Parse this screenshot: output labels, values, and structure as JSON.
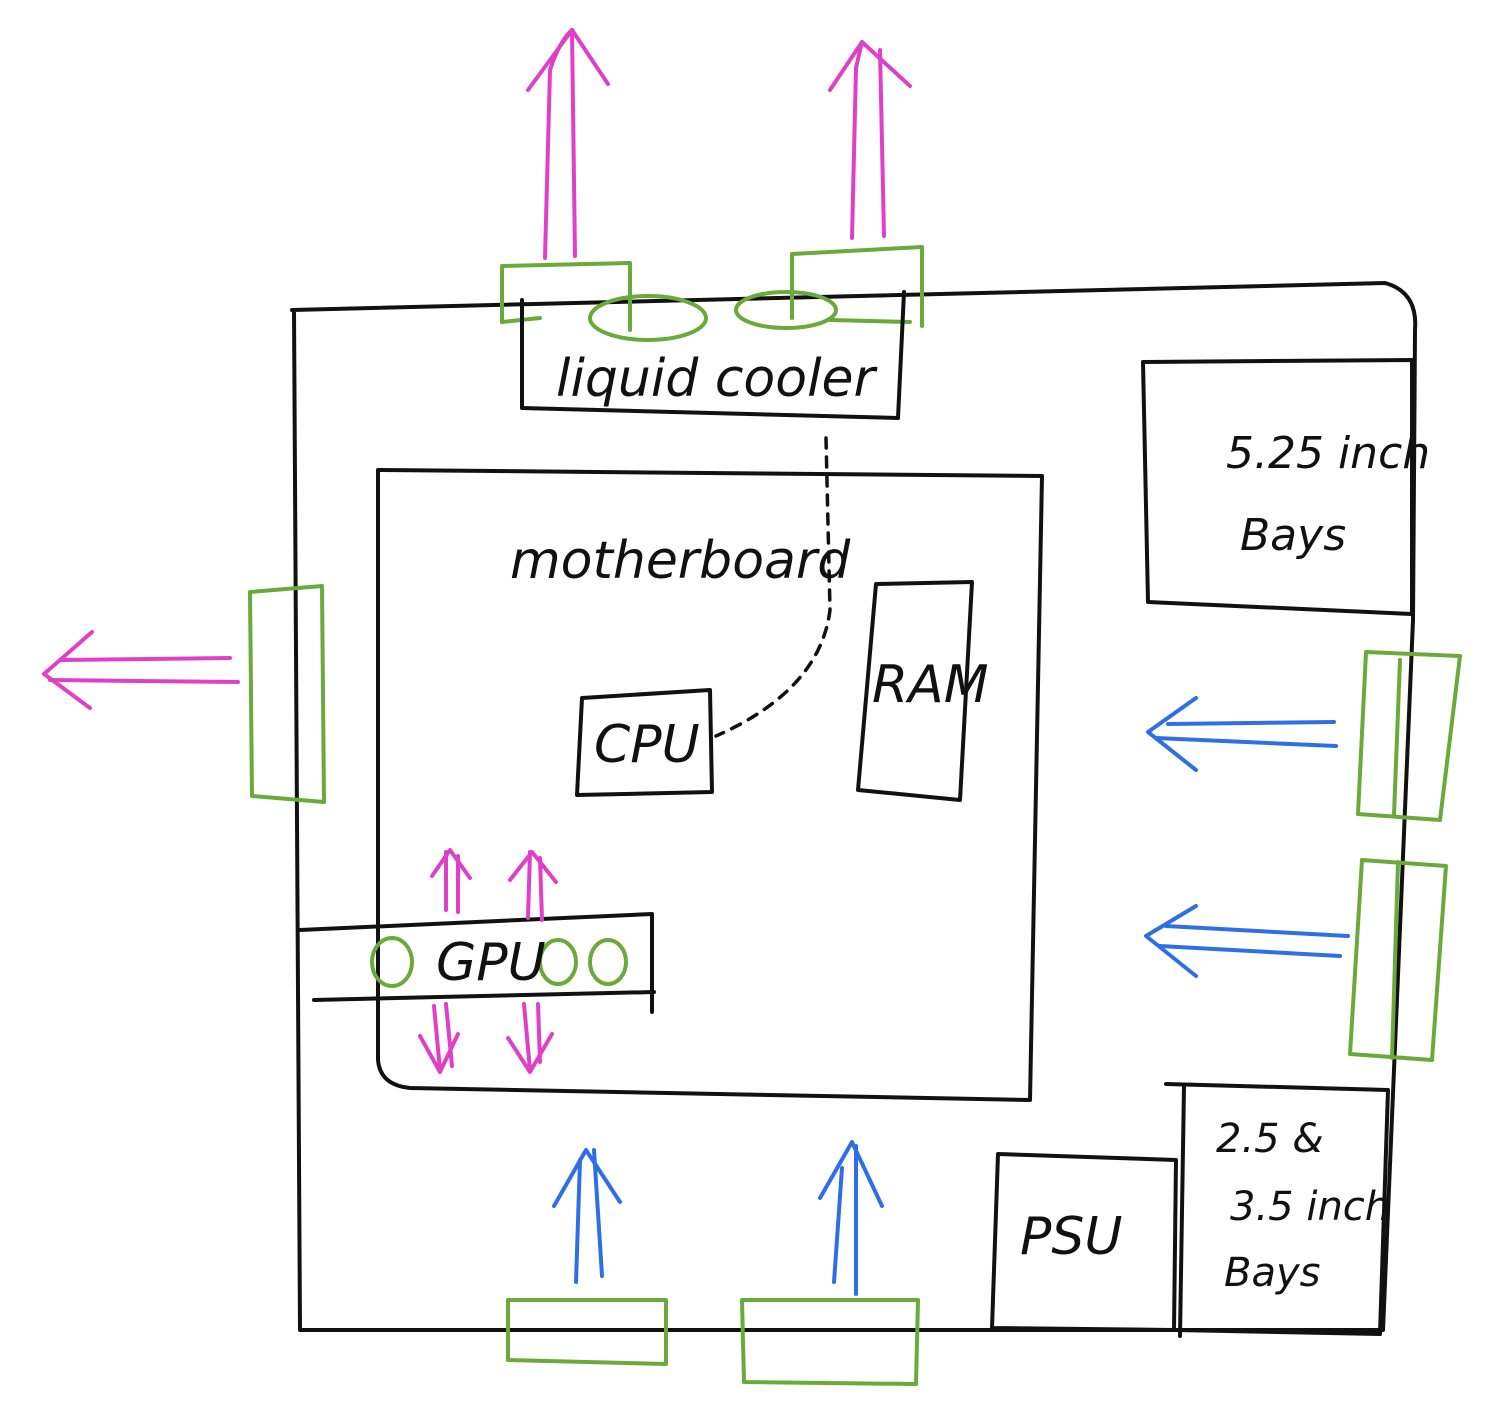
{
  "colors": {
    "outline": "#111111",
    "fan": "#6aaa3a",
    "exhaust": "#e040c8",
    "intake": "#2f6fe6"
  },
  "labels": {
    "liquid_cooler": "liquid cooler",
    "motherboard": "motherboard",
    "cpu": "CPU",
    "ram": "RAM",
    "gpu": "GPU",
    "bays_525_line1": "5.25 inch",
    "bays_525_line2": "Bays",
    "psu": "PSU",
    "bays_small_line1": "2.5 &",
    "bays_small_line2": "3.5 inch",
    "bays_small_line3": "Bays"
  },
  "airflow": {
    "exhaust_arrows": 7,
    "intake_arrows": 4
  }
}
